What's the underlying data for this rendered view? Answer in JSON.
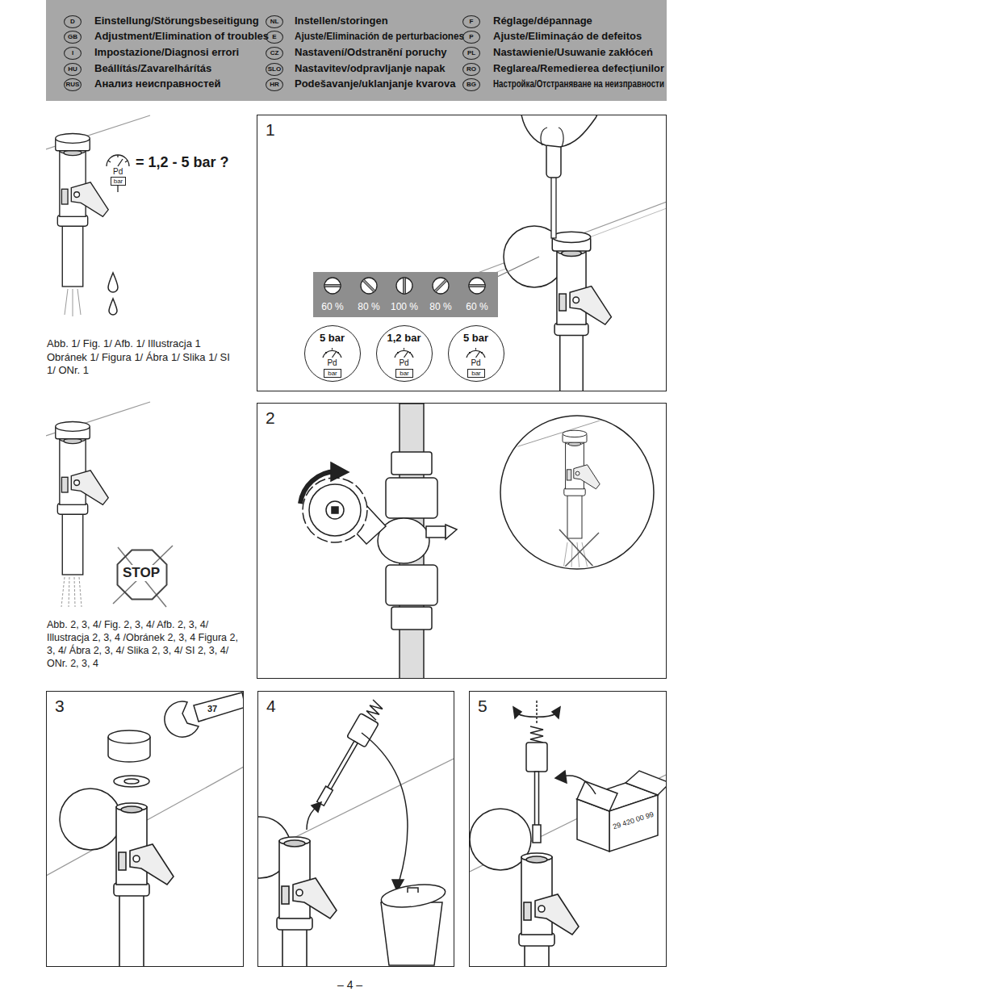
{
  "diagram": {
    "nodes": [
      {
        "text": [
          "Einstellung/Störungsbeseitigung",
          "Instellen/storingen",
          "Réglage/dépannage",
          "Adjustment/Elimination of troubles",
          "Ajuste/Eliminación de perturbaciones",
          "Ajuste/Eliminaçáo de defeitos",
          "Impostazione/Diagnosi errori",
          "Nastavení/Odstranění poruchy",
          "Nastawienie/Usuwanie zakłóceń",
          "Beállítás/Zavarelhárítás",
          "Nastavitev/odpravljanje napak",
          "Reglarea/Remedierea defecțiunilor",
          "Анализ неисправностей",
          "Podešavanje/uklanjanje kvarova",
          "Настройка/Отстраняване на неизправности"
        ]
      },
      {
        "text": [
          "D"
        ],
        "in": 0
      },
      {
        "text": [
          "NL"
        ],
        "in": 0
      },
      {
        "text": [
          "F"
        ],
        "in": 0
      },
      {
        "text": [
          "GB"
        ],
        "in": 0
      },
      {
        "text": [
          "E"
        ],
        "in": 0
      },
      {
        "text": [
          "P"
        ],
        "in": 0
      },
      {
        "text": [
          "I"
        ],
        "in": 0
      },
      {
        "text": [
          "CZ"
        ],
        "in": 0
      },
      {
        "text": [
          "PL"
        ],
        "in": 0
      },
      {
        "text": [
          "HU"
        ],
        "in": 0
      },
      {
        "text": [
          "SLO"
        ],
        "in": 0
      },
      {
        "text": [
          "RO"
        ],
        "in": 0
      },
      {
        "text": [
          "RUS"
        ],
        "in": 0
      },
      {
        "text": [
          "HR"
        ],
        "in": 0
      },
      {
        "text": [
          "BG"
        ],
        "in": 0
      },
      {
        "text": [
          "1"
        ]
      },
      {
        "text": [
          "60 %",
          "80 %",
          "100 %",
          "80 %",
          "60 %"
        ],
        "in": 16
      },
      {
        "text": [
          "5 bar",
          "Pd",
          "bar"
        ],
        "in": 16
      },
      {
        "text": [
          "1,2 bar",
          "Pd",
          "bar"
        ],
        "in": 16
      },
      {
        "text": [
          "5 bar",
          "Pd",
          "bar"
        ],
        "in": 16
      },
      {
        "text": [
          "STOP"
        ]
      },
      {
        "text": [
          "2"
        ]
      },
      {
        "text": [
          "3"
        ]
      },
      {
        "text": [
          "4"
        ]
      },
      {
        "text": [
          "5"
        ]
      }
    ],
    "labels": [
      "= 1,2 - 5 bar ?",
      "Pd",
      "bar",
      "Abb. 1/ Fig. 1/ Afb. 1/ Illustracja 1 Obránek 1/ Figura 1/ Ábra 1/ Slika 1/ SI 1/ ONr. 1",
      "Abb. 2, 3, 4/ Fig. 2, 3, 4/ Afb. 2, 3, 4/ Illustracja 2, 3, 4 /Obránek 2, 3, 4 Figura 2, 3, 4/ Ábra 2, 3, 4/ Slika 2, 3, 4/ SI 2, 3, 4/ ONr. 2, 3, 4",
      "37",
      "29 420 00 99",
      "– 4 –"
    ]
  }
}
